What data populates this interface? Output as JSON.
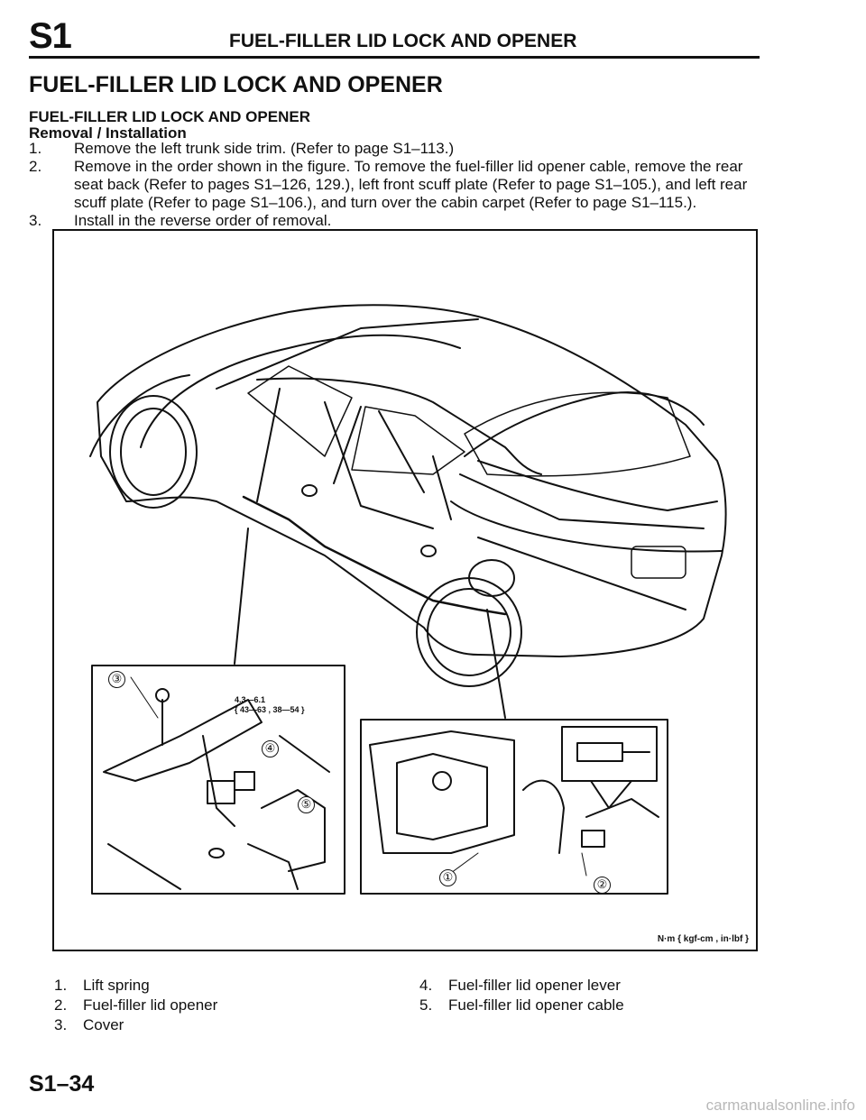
{
  "header": {
    "section_code": "S1",
    "title": "FUEL-FILLER LID LOCK AND OPENER"
  },
  "page_title": "FUEL-FILLER LID LOCK AND OPENER",
  "subheading": "FUEL-FILLER LID LOCK AND OPENER",
  "procedure_title": "Removal / Installation",
  "steps": [
    {
      "num": "1.",
      "text": "Remove the left trunk side trim. (Refer to page S1–113.)"
    },
    {
      "num": "2.",
      "text": "Remove in the order shown in the figure. To remove the fuel-filler lid opener cable, remove the rear seat back (Refer to pages S1–126, 129.), left front scuff plate (Refer to page S1–105.), and left rear scuff plate (Refer to page S1–106.), and turn over the cabin carpet (Refer to page S1–115.)."
    },
    {
      "num": "3.",
      "text": "Install in the reverse order of removal."
    }
  ],
  "figure": {
    "torque_value": "4.3—6.1",
    "torque_alt": "{ 43—63 , 38—54 }",
    "unit_note": "N·m { kgf-cm , in·lbf }",
    "callouts": [
      "①",
      "②",
      "③",
      "④",
      "⑤"
    ]
  },
  "legend": {
    "left": [
      {
        "num": "1.",
        "text": "Lift spring"
      },
      {
        "num": "2.",
        "text": "Fuel-filler lid opener"
      },
      {
        "num": "3.",
        "text": "Cover"
      }
    ],
    "right": [
      {
        "num": "4.",
        "text": "Fuel-filler lid opener lever"
      },
      {
        "num": "5.",
        "text": "Fuel-filler lid opener cable"
      }
    ]
  },
  "page_number": "S1–34",
  "watermark": "carmanualsonline.info"
}
